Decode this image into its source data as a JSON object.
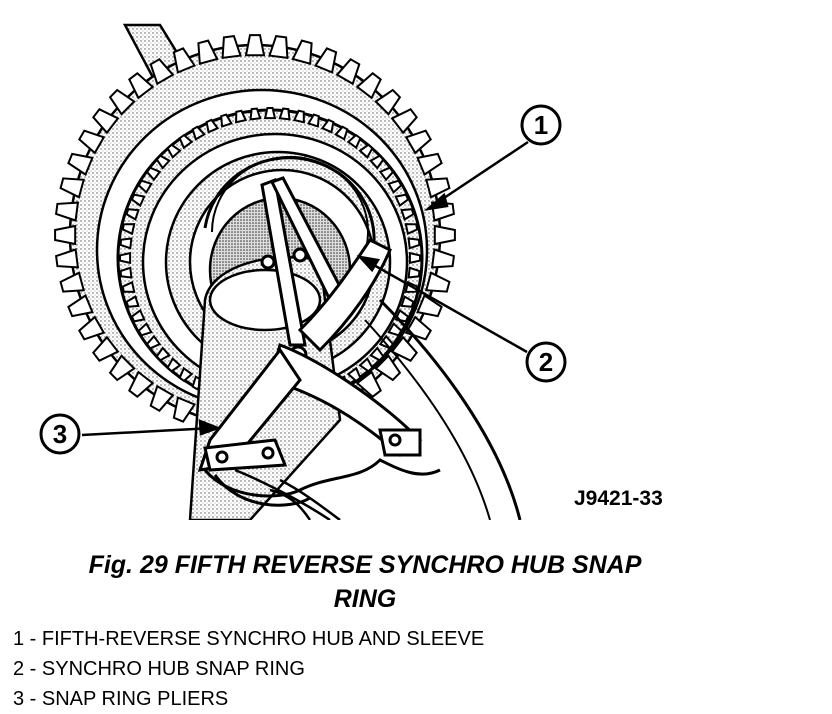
{
  "figure": {
    "id_label": "J9421-33",
    "caption_line1": "Fig. 29 FIFTH REVERSE SYNCHRO HUB SNAP",
    "caption_line2": "RING"
  },
  "callouts": [
    {
      "number": "1",
      "text": "1 - FIFTH-REVERSE SYNCHRO HUB AND SLEEVE"
    },
    {
      "number": "2",
      "text": "2 - SYNCHRO HUB SNAP RING"
    },
    {
      "number": "3",
      "text": "3 - SNAP RING PLIERS"
    }
  ]
}
